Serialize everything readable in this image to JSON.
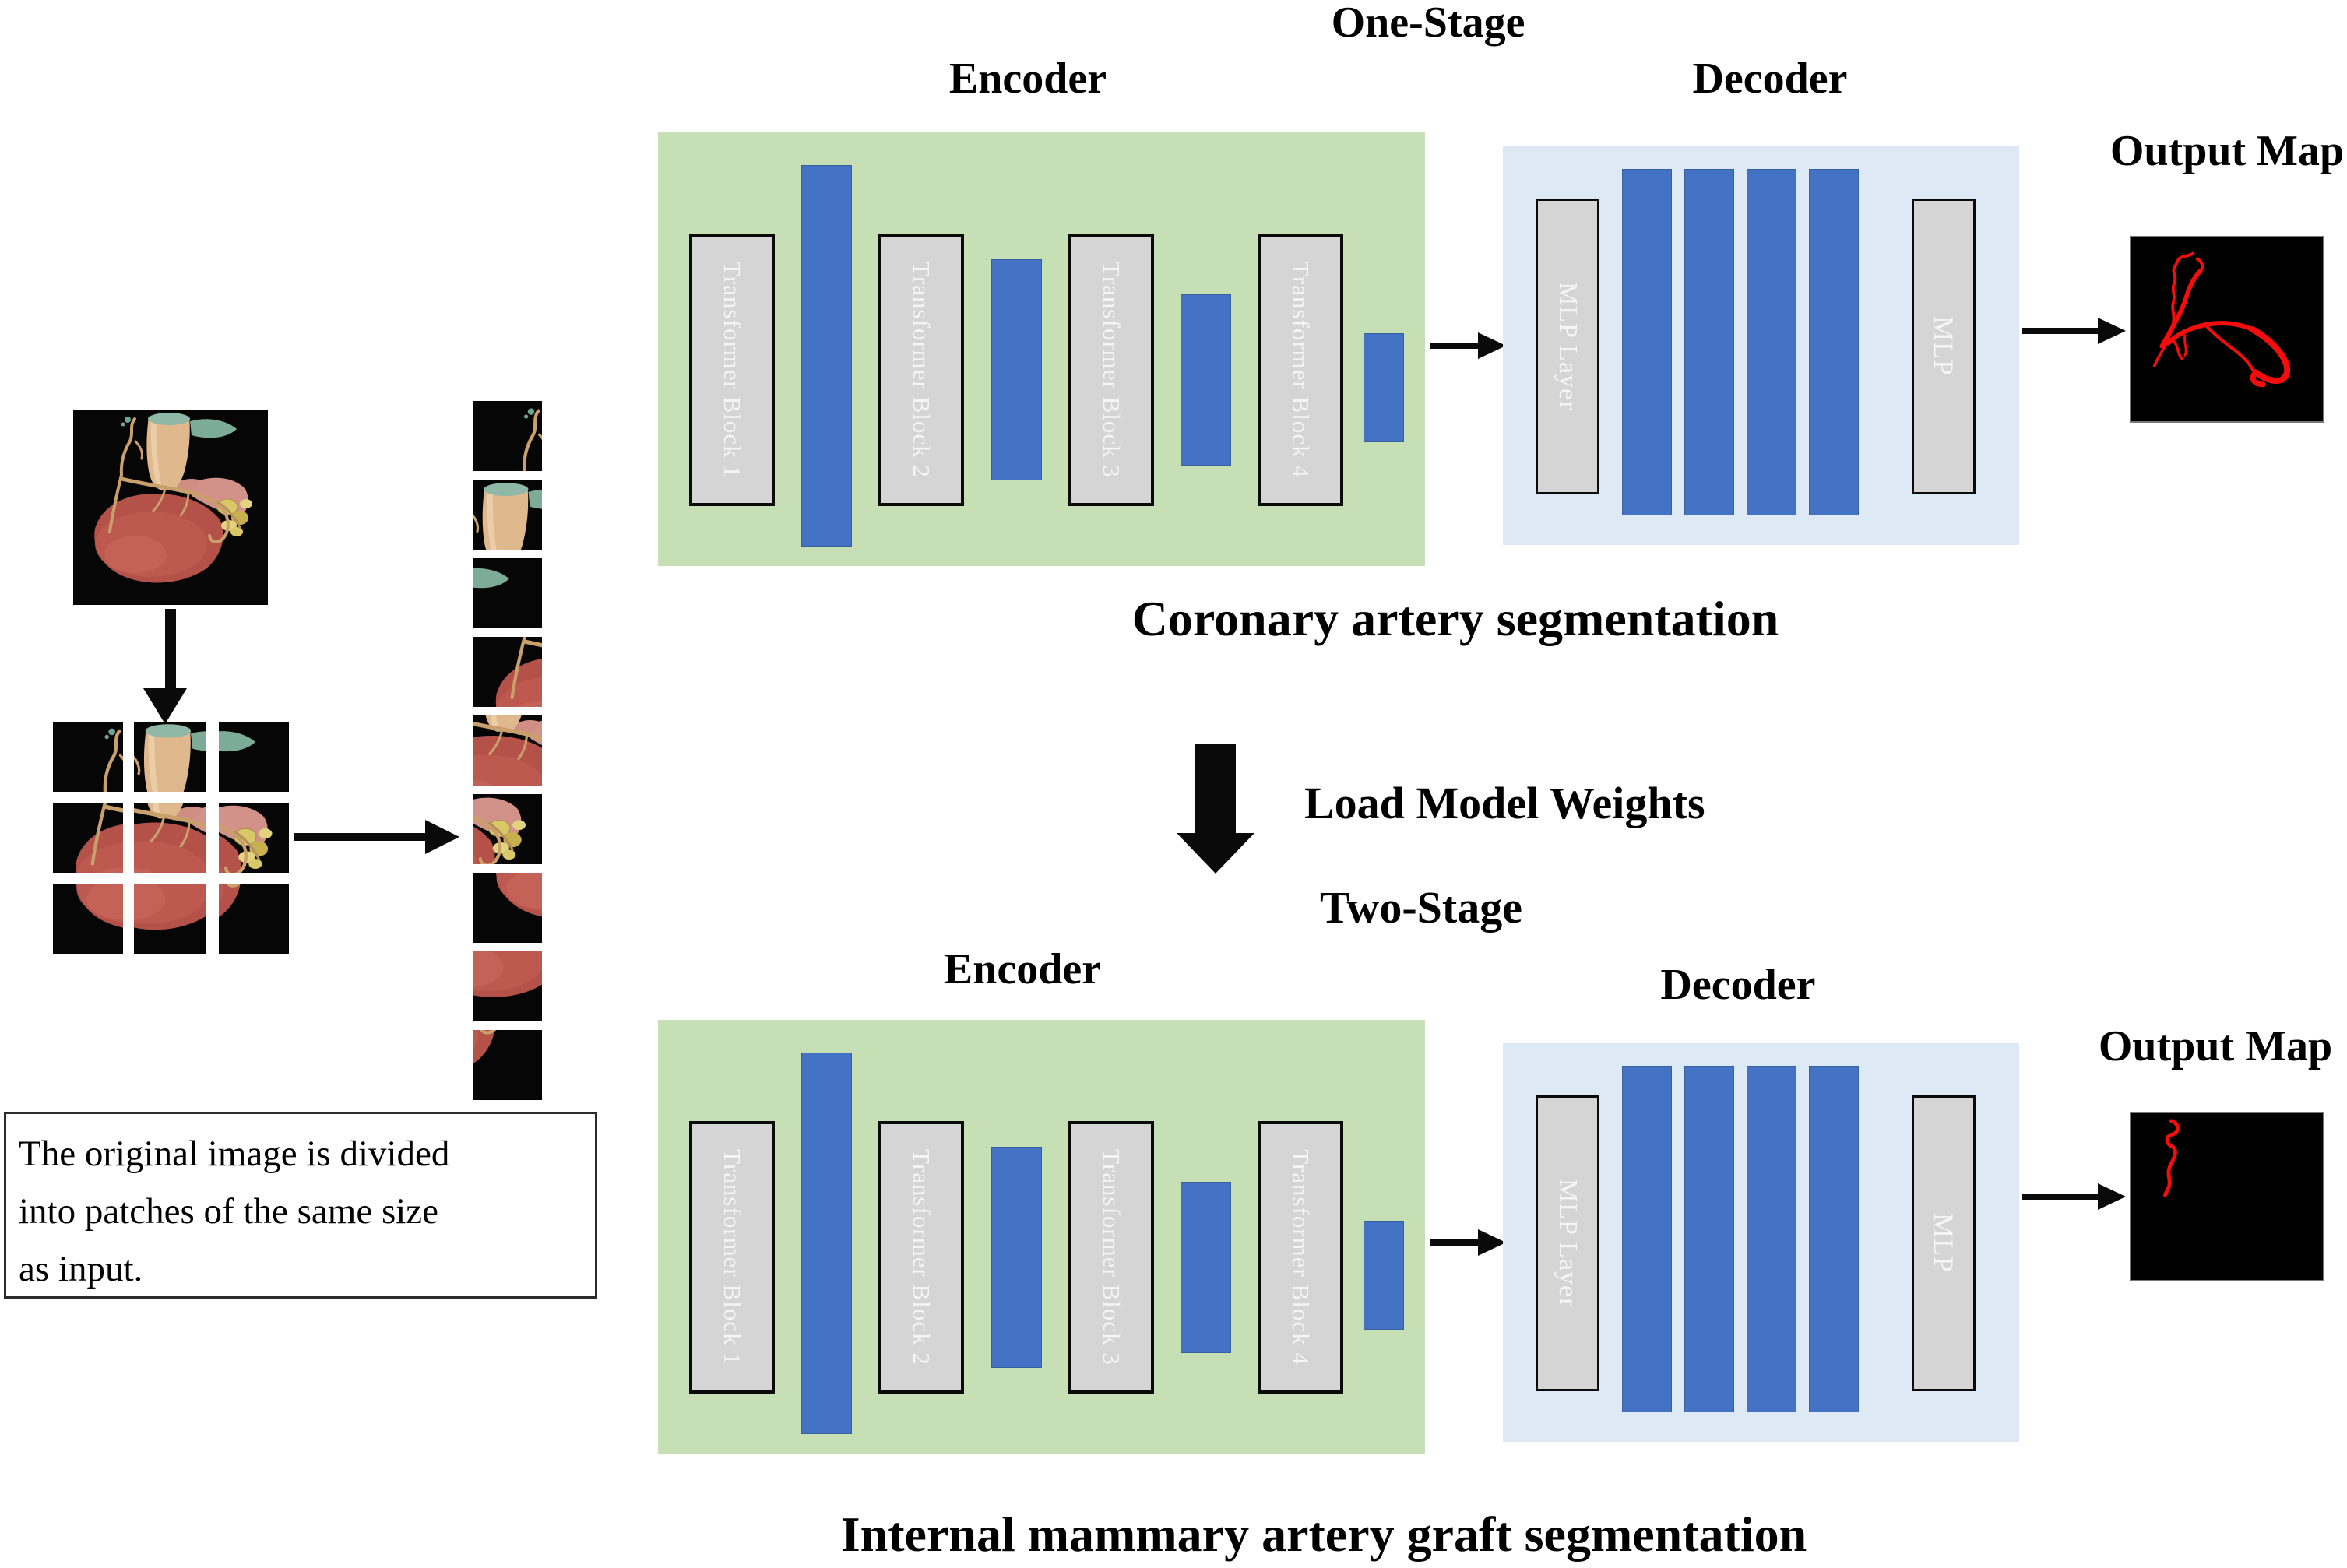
{
  "figure": {
    "one_stage_title": "One-Stage",
    "two_stage_title": "Two-Stage",
    "load_weights_label": "Load Model Weights",
    "patch_note": {
      "line1": "The original image is divided",
      "line2": "into patches of the same size",
      "line3": "as input."
    }
  },
  "stage1": {
    "encoder_label": "Encoder",
    "decoder_label": "Decoder",
    "output_map_label": "Output Map",
    "caption": "Coronary artery segmentation",
    "encoder_blocks": [
      "Transformer Block 1",
      "Transformer Block 2",
      "Transformer Block 3",
      "Transformer Block 4"
    ],
    "mlp_layer_label": "MLP Layer",
    "mlp_label": "MLP"
  },
  "stage2": {
    "encoder_label": "Encoder",
    "decoder_label": "Decoder",
    "output_map_label": "Output Map",
    "caption": "Internal mammary artery graft segmentation",
    "encoder_blocks": [
      "Transformer Block 1",
      "Transformer Block 2",
      "Transformer Block 3",
      "Transformer Block 4"
    ],
    "mlp_layer_label": "MLP Layer",
    "mlp_label": "MLP"
  },
  "colors": {
    "encoder_background": "#c7dfb5",
    "decoder_background": "#dde9f5",
    "feature_bar_blue": "#4472c4",
    "block_gray": "#d5d5d5",
    "segmentation_red": "#f30d0d",
    "map_background": "#000000"
  }
}
